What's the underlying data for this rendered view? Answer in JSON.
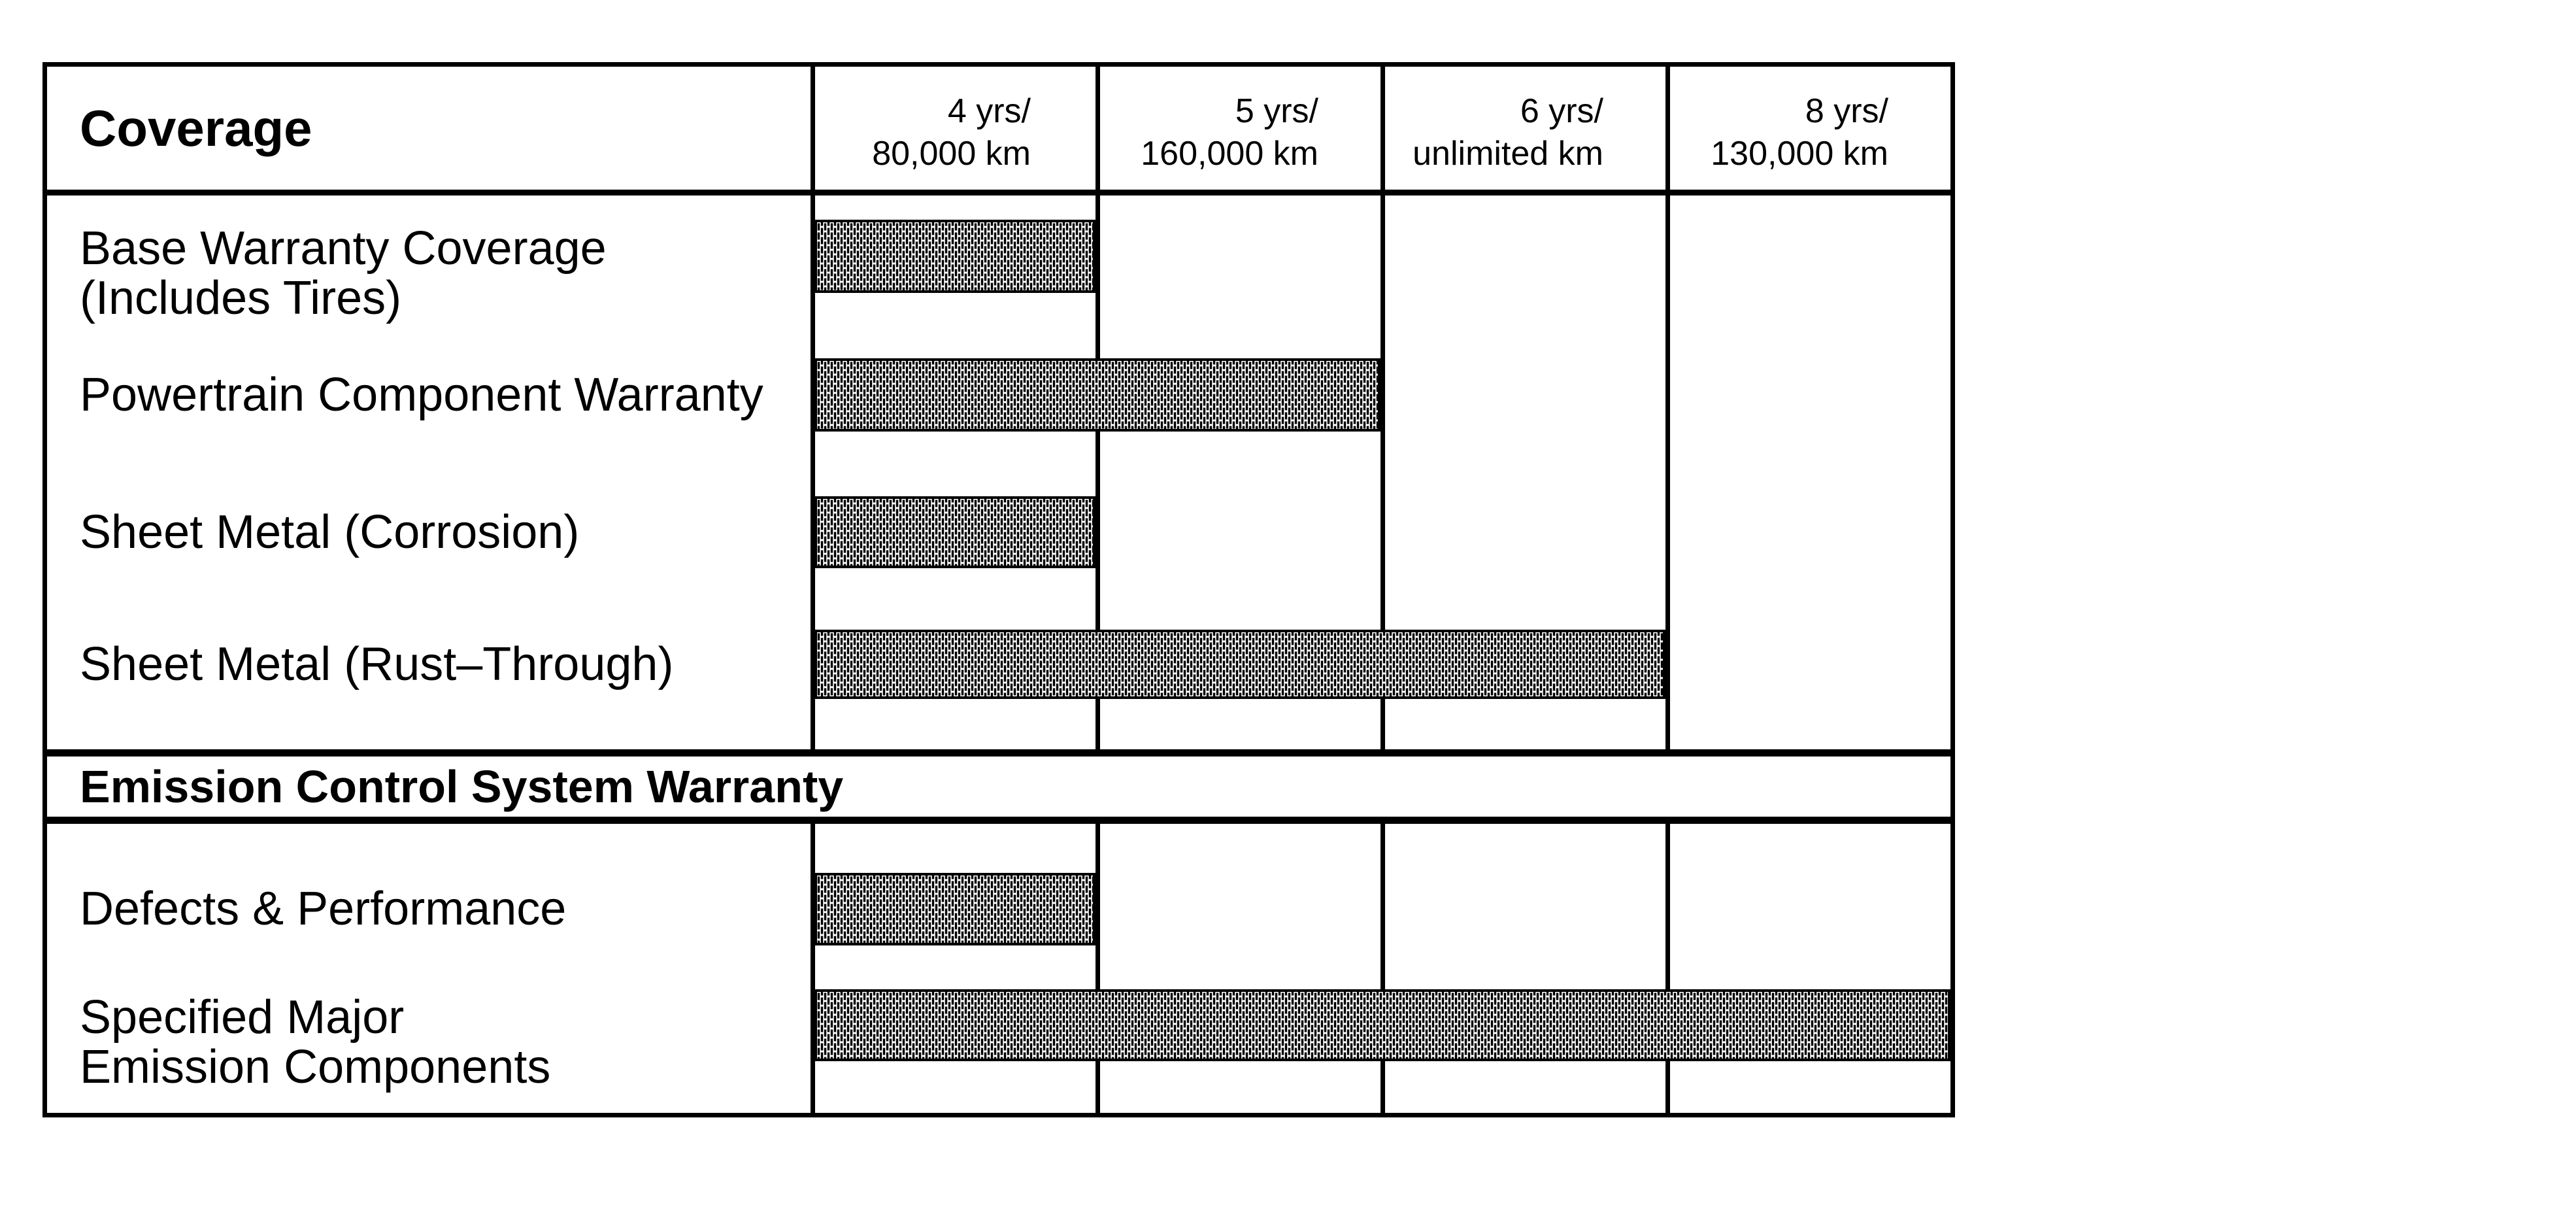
{
  "table": {
    "coverage_header": "Coverage",
    "columns": [
      {
        "years": "4 yrs/",
        "distance": "80,000 km"
      },
      {
        "years": "5 yrs/",
        "distance": "160,000 km"
      },
      {
        "years": "6 yrs/",
        "distance": "unlimited km"
      },
      {
        "years": "8 yrs/",
        "distance": "130,000 km"
      }
    ],
    "rows": [
      {
        "label_lines": [
          "Base Warranty Coverage",
          "(Includes Tires)"
        ],
        "columns_spanned": 1,
        "coverage": "4 yrs/80,000 km"
      },
      {
        "label_lines": [
          "Powertrain Component Warranty"
        ],
        "columns_spanned": 2,
        "coverage": "5 yrs/160,000 km"
      },
      {
        "label_lines": [
          "Sheet Metal (Corrosion)"
        ],
        "columns_spanned": 1,
        "coverage": "4 yrs/80,000 km"
      },
      {
        "label_lines": [
          "Sheet Metal (Rust–Through)"
        ],
        "columns_spanned": 3,
        "coverage": "6 yrs/unlimited km"
      }
    ],
    "section_header": "Emission Control System Warranty",
    "emission_rows": [
      {
        "label_lines": [
          "Defects & Performance"
        ],
        "columns_spanned": 1,
        "coverage": "4 yrs/80,000 km"
      },
      {
        "label_lines": [
          "Specified Major",
          "Emission Components"
        ],
        "columns_spanned": 4,
        "coverage": "8 yrs/130,000 km"
      }
    ],
    "bar_fill": "black-dash-hatch",
    "border_color": "#000000",
    "background_color": "#ffffff"
  },
  "chart_data": {
    "type": "bar",
    "orientation": "horizontal",
    "title": "Coverage",
    "x_tick_labels": [
      "4 yrs/ 80,000 km",
      "5 yrs/ 160,000 km",
      "6 yrs/ unlimited km",
      "8 yrs/ 130,000 km"
    ],
    "x_values_years": [
      4,
      5,
      6,
      8
    ],
    "categories": [
      "Base Warranty Coverage (Includes Tires)",
      "Powertrain Component Warranty",
      "Sheet Metal (Corrosion)",
      "Sheet Metal (Rust–Through)",
      "Defects & Performance",
      "Specified Major Emission Components"
    ],
    "values_columns_spanned": [
      1,
      2,
      1,
      3,
      1,
      4
    ],
    "values_coverage": [
      "4 yrs/80,000 km",
      "5 yrs/160,000 km",
      "4 yrs/80,000 km",
      "6 yrs/unlimited km",
      "4 yrs/80,000 km",
      "8 yrs/130,000 km"
    ],
    "section_divider_label": "Emission Control System Warranty",
    "section_divider_after_index": 3,
    "grid": "column separators only",
    "legend": "none",
    "bar_style": "hatched black-and-white dash pattern"
  }
}
